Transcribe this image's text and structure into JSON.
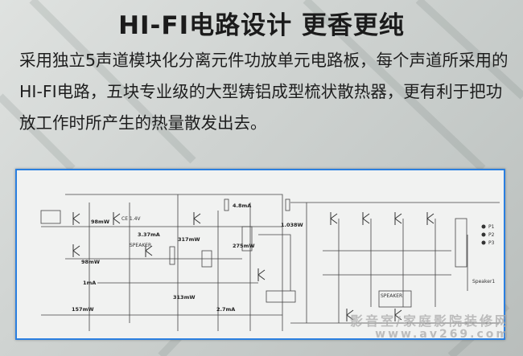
{
  "header": {
    "title": "HI-FI电路设计  更香更纯"
  },
  "description": "采用独立5声道模块化分离元件功放单元电路板，每个声道所采用的HI-FI电路，五块专业级的大型铸铝成型梳状散热器，更有利于把功放工作时所产生的热量散发出去。",
  "schematic": {
    "labels": [
      "4.8mA",
      "98mW",
      "CE 1.4V",
      "3.37mA",
      "317mW",
      "SPEAKER",
      "98mW",
      "1mA",
      "157mW",
      "275mW",
      "2.7mA",
      "313mW",
      "1.038W",
      "SPEAKER",
      "P1",
      "P2",
      "P3",
      "Speaker1"
    ]
  },
  "watermark": {
    "line1": "影音室/家庭影院装修网",
    "line2": "www.av269.com"
  },
  "colors": {
    "frame_border": "#2a7fe0",
    "text": "#1e1e1e"
  }
}
